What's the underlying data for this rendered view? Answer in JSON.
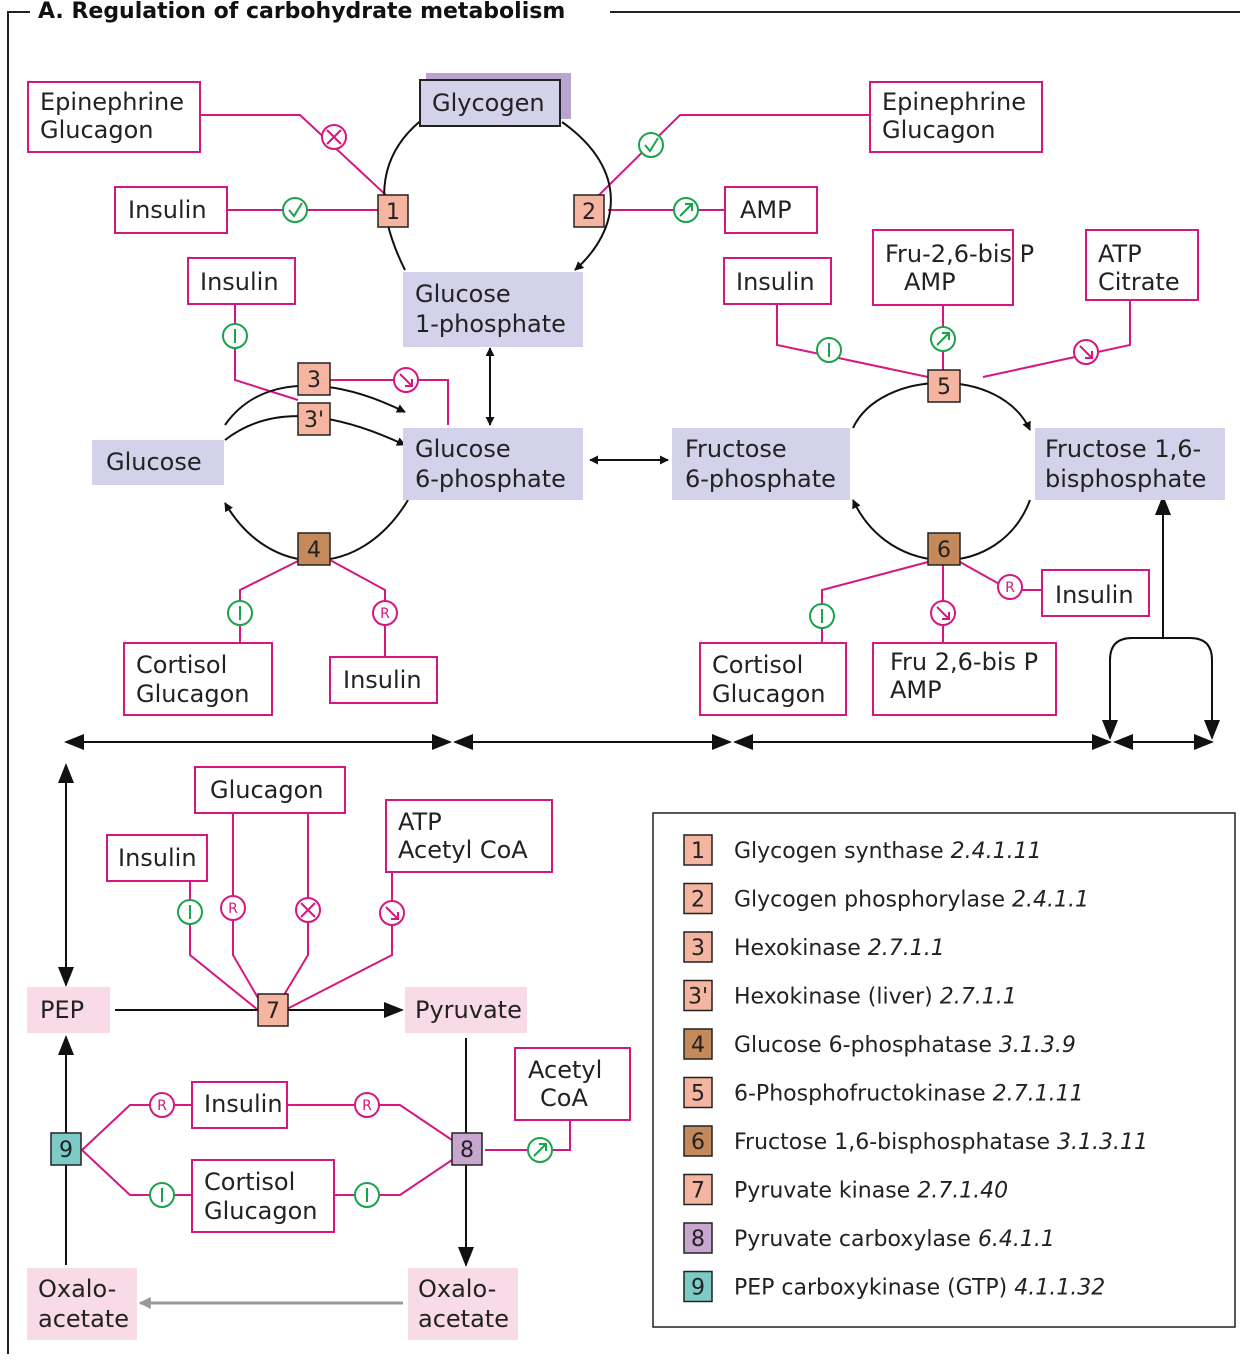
{
  "title": "A. Regulation of carbohydrate metabolism",
  "colors": {
    "frame": "#222222",
    "regulator": "#d6177e",
    "activation": "#1aa34a",
    "metabolite": "#d4d2ea",
    "metabolite_pink": "#f8dbe7",
    "enzyme_salmon": "#f5b5a0",
    "enzyme_brown": "#c58a5c",
    "enzyme_purple": "#c7a6cf",
    "enzyme_teal": "#7ccbc6",
    "arrow_grey": "#999999"
  },
  "metabolites": {
    "glycogen": "Glycogen",
    "g1p_1": "Glucose",
    "g1p_2": "1-phosphate",
    "g6p_1": "Glucose",
    "g6p_2": "6-phosphate",
    "glucose": "Glucose",
    "f6p_1": "Fructose",
    "f6p_2": "6-phosphate",
    "f16bp_1": "Fructose 1,6-",
    "f16bp_2": "bisphosphate",
    "pep": "PEP",
    "pyruvate": "Pyruvate",
    "oaa_left_1": "Oxalo-",
    "oaa_left_2": "acetate",
    "oaa_right_1": "Oxalo-",
    "oaa_right_2": "acetate"
  },
  "regulators": {
    "r1a": "Epinephrine",
    "r1b": "Glucagon",
    "r2": "Insulin",
    "r3a": "Epinephrine",
    "r3b": "Glucagon",
    "r4": "AMP",
    "r5": "Insulin",
    "r6a": "Fru-2,6-bis P",
    "r6b": "AMP",
    "r7a": "ATP",
    "r7b": "Citrate",
    "r8": "Insulin",
    "r9a": "Cortisol",
    "r9b": "Glucagon",
    "r10": "Insulin",
    "r11": "Insulin",
    "r12a": "Cortisol",
    "r12b": "Glucagon",
    "r13a": "Fru 2,6-bis P",
    "r13b": "AMP",
    "r14": "Glucagon",
    "r15": "Insulin",
    "r16a": "ATP",
    "r16b": "Acetyl CoA",
    "r17": "Insulin",
    "r18a": "Cortisol",
    "r18b": "Glucagon",
    "r19a": "Acetyl",
    "r19b": "CoA"
  },
  "enzyme_numbers": {
    "e1": "1",
    "e2": "2",
    "e3": "3",
    "e3p": "3'",
    "e4": "4",
    "e5": "5",
    "e6": "6",
    "e7": "7",
    "e8": "8",
    "e9": "9"
  },
  "markers": {
    "repress": "R",
    "induce": "I"
  },
  "legend": [
    {
      "num": "1",
      "name": "Glycogen synthase",
      "ec": "2.4.1.11",
      "color": "#f5b5a0"
    },
    {
      "num": "2",
      "name": "Glycogen phosphorylase",
      "ec": "2.4.1.1",
      "color": "#f5b5a0"
    },
    {
      "num": "3",
      "name": "Hexokinase",
      "ec": "2.7.1.1",
      "color": "#f5b5a0"
    },
    {
      "num": "3'",
      "name": "Hexokinase (liver)",
      "ec": "2.7.1.1",
      "color": "#f5b5a0"
    },
    {
      "num": "4",
      "name": "Glucose 6-phosphatase",
      "ec": "3.1.3.9",
      "color": "#c58a5c"
    },
    {
      "num": "5",
      "name": "6-Phosphofructokinase",
      "ec": "2.7.1.11",
      "color": "#f5b5a0"
    },
    {
      "num": "6",
      "name": "Fructose 1,6-bisphosphatase",
      "ec": "3.1.3.11",
      "color": "#c58a5c"
    },
    {
      "num": "7",
      "name": "Pyruvate kinase",
      "ec": "2.7.1.40",
      "color": "#f5b5a0"
    },
    {
      "num": "8",
      "name": "Pyruvate carboxylase",
      "ec": "6.4.1.1",
      "color": "#c7a6cf"
    },
    {
      "num": "9",
      "name": "PEP carboxykinase (GTP)",
      "ec": "4.1.1.32",
      "color": "#7ccbc6"
    }
  ]
}
